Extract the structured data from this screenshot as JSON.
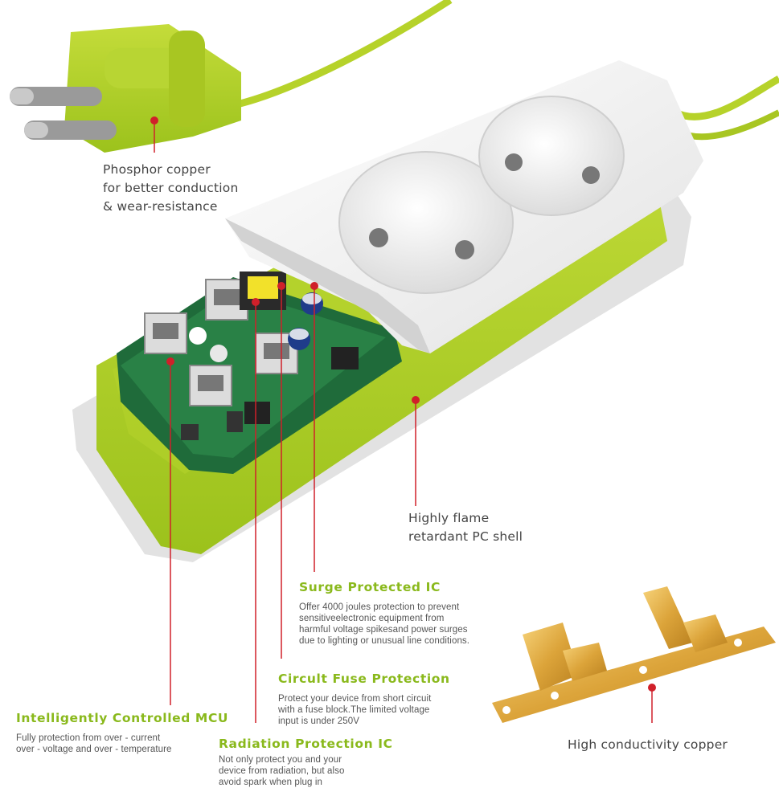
{
  "accent_green": "#8ab91c",
  "indicator_red": "#d0202a",
  "callouts": {
    "phosphor": {
      "lines": [
        "Phosphor copper",
        "for better conduction",
        "& wear-resistance"
      ]
    },
    "shell": {
      "lines": [
        "Highly flame",
        "retardant PC shell"
      ]
    },
    "surge": {
      "title": "Surge Protected IC",
      "lines": [
        "Offer 4000 joules protection to prevent",
        "sensitiveelectronic equipment from",
        "harmful voltage spikesand power surges",
        "due to lighting or unusual line conditions."
      ]
    },
    "fuse": {
      "title": "Circult Fuse Protection",
      "lines": [
        "Protect your device from short circuit",
        "with a fuse block.The limited voltage",
        "input is under 250V"
      ]
    },
    "mcu": {
      "title": "Intelligently Controlled MCU",
      "lines": [
        "Fully protection from over - current",
        "over - voltage and over - temperature"
      ]
    },
    "radiation": {
      "title": "Radiation Protection IC",
      "lines": [
        "Not only protect you and your",
        "device from radiation, but also",
        "avoid spark when plug in"
      ]
    },
    "copper": {
      "lines": [
        "High conductivity copper"
      ]
    }
  }
}
